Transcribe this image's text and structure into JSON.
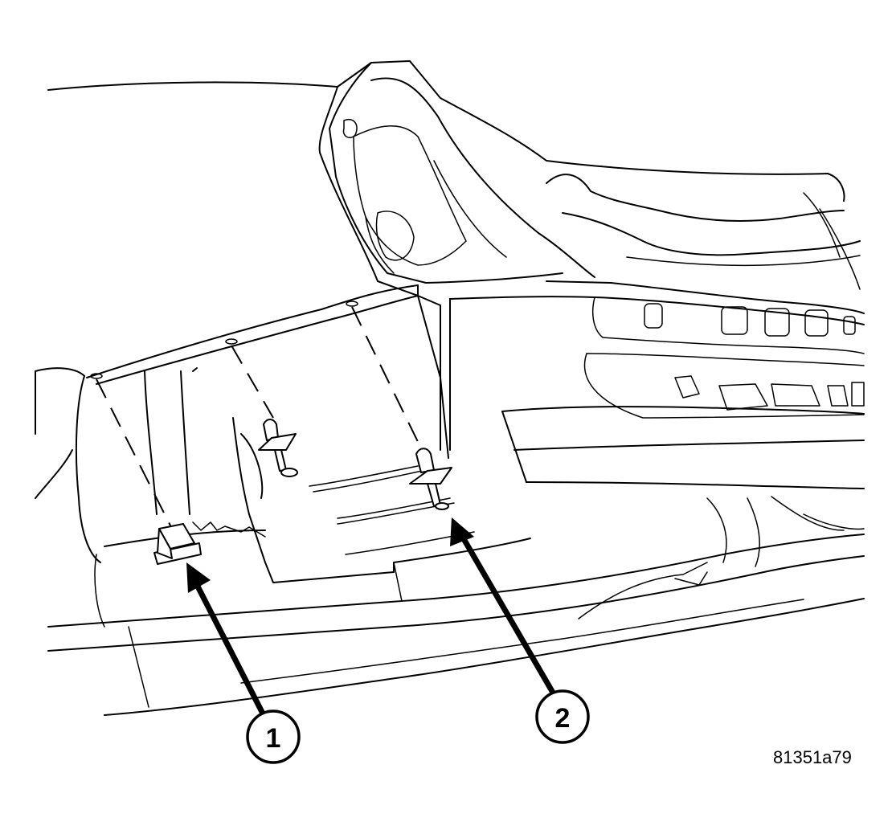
{
  "callouts": [
    {
      "number": "1",
      "part": "clip"
    },
    {
      "number": "2",
      "part": "push-pin-fastener"
    }
  ],
  "figure_id": "81351a79",
  "colors": {
    "line": "#000000",
    "background": "#ffffff"
  }
}
